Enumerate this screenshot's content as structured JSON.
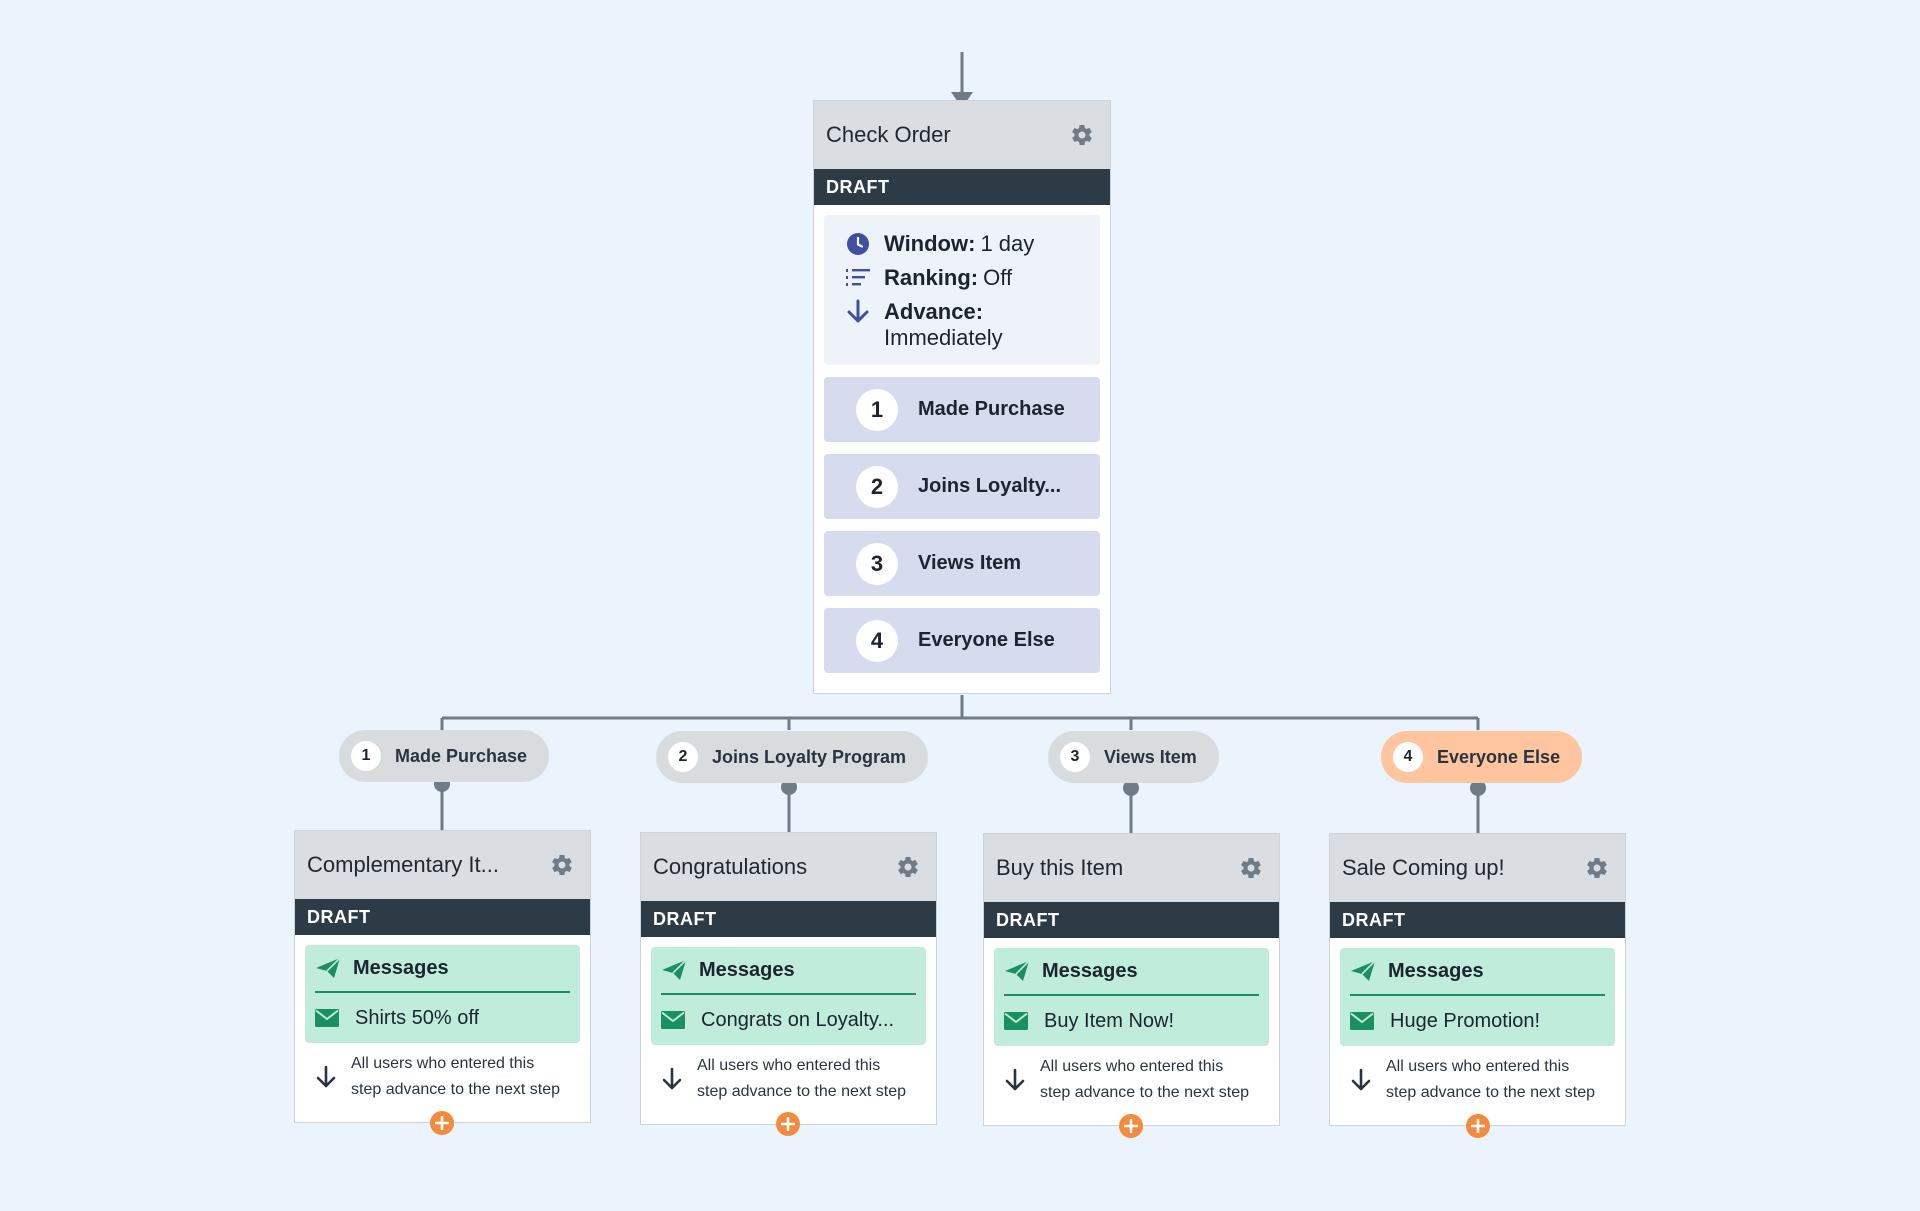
{
  "colors": {
    "background": "#ebf3fd",
    "header": "#dadde1",
    "draft_bar": "#2d3b47",
    "branch_row": "#d6dbee",
    "message_box": "#c0ecdb",
    "message_accent": "#1a8f5f",
    "pill": "#d9dcdf",
    "pill_active": "#ffc59f",
    "add_button": "#f48a3d",
    "connector": "#6f7b86",
    "info_icon": "#3f4fa2"
  },
  "main_step": {
    "title": "Check Order",
    "status": "DRAFT",
    "window_label": "Window:",
    "window_value": "1 day",
    "ranking_label": "Ranking:",
    "ranking_value": "Off",
    "advance_label": "Advance:",
    "advance_value": "Immediately",
    "branches": [
      {
        "num": "1",
        "label": "Made Purchase"
      },
      {
        "num": "2",
        "label": "Joins Loyalty..."
      },
      {
        "num": "3",
        "label": "Views Item"
      },
      {
        "num": "4",
        "label": "Everyone Else"
      }
    ]
  },
  "paths": [
    {
      "num": "1",
      "label": "Made Purchase",
      "active": false
    },
    {
      "num": "2",
      "label": "Joins Loyalty Program",
      "active": false
    },
    {
      "num": "3",
      "label": "Views Item",
      "active": false
    },
    {
      "num": "4",
      "label": "Everyone Else",
      "active": true
    }
  ],
  "steps": [
    {
      "title": "Complementary It...",
      "status": "DRAFT",
      "messages_label": "Messages",
      "message": "Shirts 50% off",
      "advance_line1": "All users who entered this",
      "advance_line2": "step advance to the next step"
    },
    {
      "title": "Congratulations",
      "status": "DRAFT",
      "messages_label": "Messages",
      "message": "Congrats on Loyalty...",
      "advance_line1": "All users who entered this",
      "advance_line2": "step advance to the next step"
    },
    {
      "title": "Buy this Item",
      "status": "DRAFT",
      "messages_label": "Messages",
      "message": "Buy Item Now!",
      "advance_line1": "All users who entered this",
      "advance_line2": "step advance to the next step"
    },
    {
      "title": "Sale Coming up!",
      "status": "DRAFT",
      "messages_label": "Messages",
      "message": "Huge Promotion!",
      "advance_line1": "All users who entered this",
      "advance_line2": "step advance to the next step"
    }
  ]
}
